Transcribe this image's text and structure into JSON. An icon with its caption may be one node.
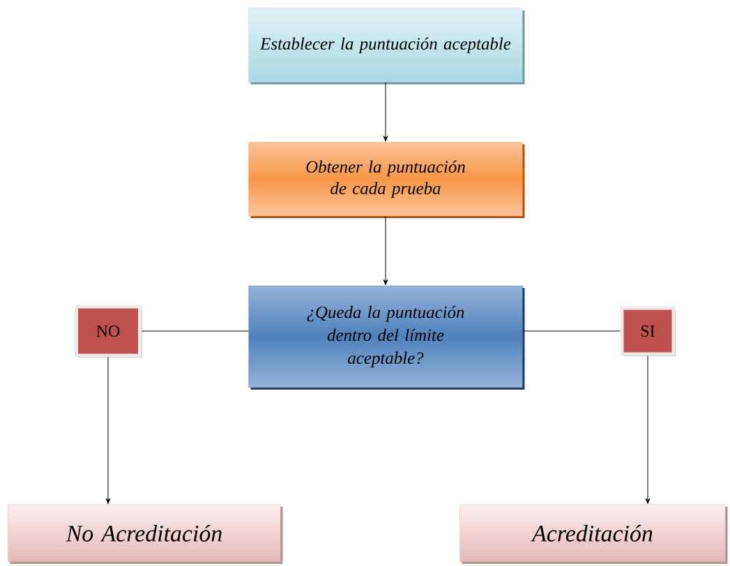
{
  "diagram": {
    "nodes": [
      {
        "text": [
          "Establecer la puntuación aceptable"
        ]
      },
      {
        "text": [
          "Obtener la puntuación de cada prueba"
        ]
      },
      {
        "text": [
          "¿Queda la puntuación dentro del límite aceptable?"
        ]
      },
      {
        "text": [
          "NO"
        ]
      },
      {
        "text": [
          "SI"
        ]
      },
      {
        "text": [
          "No Acreditación"
        ]
      },
      {
        "text": [
          "Acreditación"
        ]
      }
    ],
    "edges": [
      {
        "from": 0,
        "to": 1,
        "arrow": "to"
      },
      {
        "from": 1,
        "to": 2,
        "arrow": "to"
      },
      {
        "from": 2,
        "to": 3,
        "arrow": "none"
      },
      {
        "from": 2,
        "to": 4,
        "arrow": "none"
      },
      {
        "from": 3,
        "to": 5,
        "arrow": "to"
      },
      {
        "from": 4,
        "to": 6,
        "arrow": "to"
      }
    ]
  }
}
